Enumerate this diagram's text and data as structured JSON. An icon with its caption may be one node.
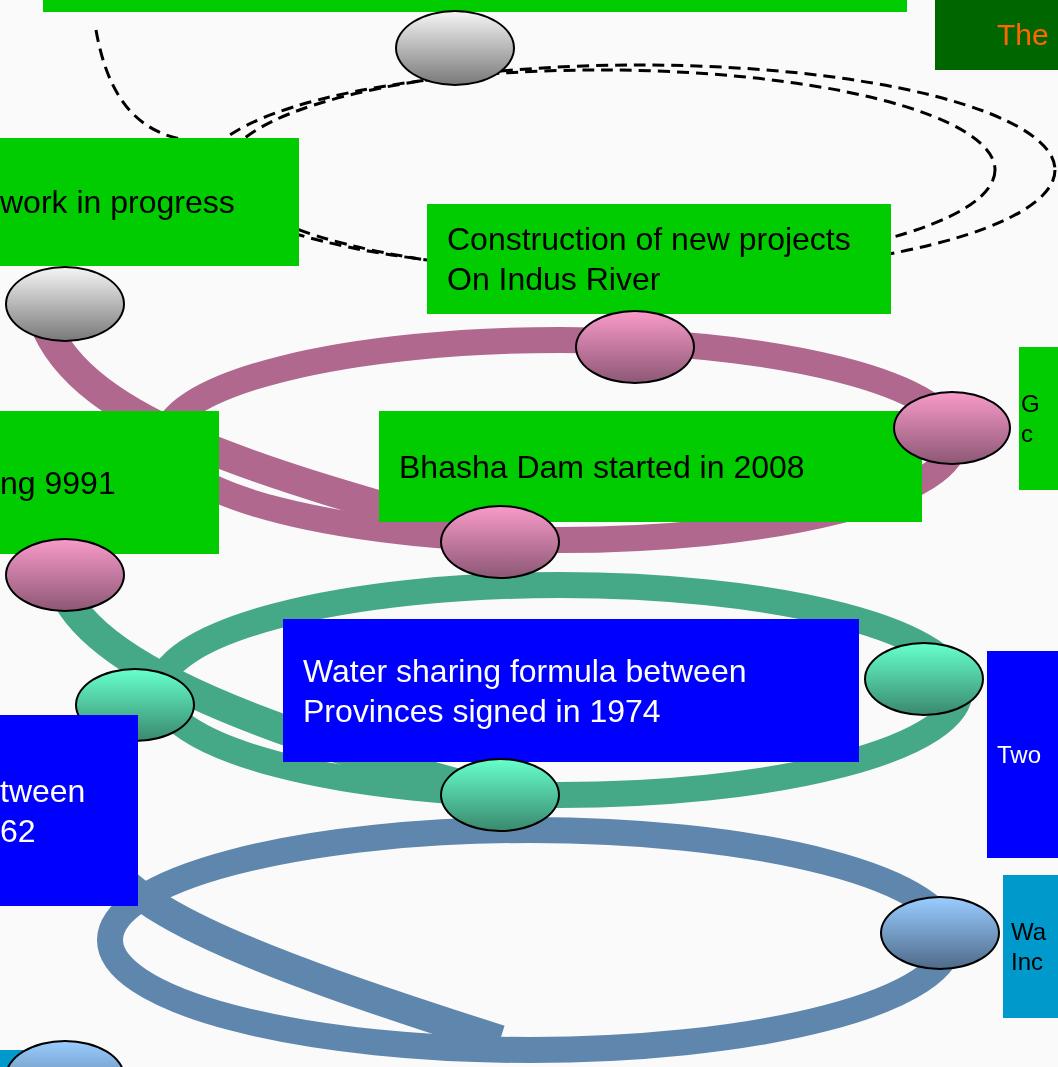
{
  "diagram": {
    "nodes": [
      {
        "text": [],
        "shape": "box"
      },
      {
        "text": [
          "The"
        ]
      },
      {
        "text": [],
        "shape": "ellipse"
      },
      {
        "text": [
          "work in progress"
        ]
      },
      {
        "text": [
          "Construction of new projects On Indus River"
        ]
      },
      {
        "text": [],
        "shape": "ellipse"
      },
      {
        "text": [],
        "shape": "ellipse"
      },
      {
        "text": [
          "G c"
        ]
      },
      {
        "text": [
          "ng 9991"
        ]
      },
      {
        "text": [
          "Bhasha Dam started in 2008"
        ]
      },
      {
        "text": [],
        "shape": "ellipse"
      },
      {
        "text": [],
        "shape": "ellipse"
      },
      {
        "text": [],
        "shape": "ellipse"
      },
      {
        "text": [
          "Water sharing formula between Provinces signed in 1974"
        ]
      },
      {
        "text": [
          "Two"
        ]
      },
      {
        "text": [],
        "shape": "ellipse"
      },
      {
        "text": [],
        "shape": "ellipse"
      },
      {
        "text": [
          "tween 62"
        ]
      },
      {
        "text": [],
        "shape": "ellipse"
      },
      {
        "text": [
          "Wa Inc"
        ]
      },
      {
        "text": [],
        "shape": "ellipse"
      },
      {
        "text": [],
        "shape": "box"
      },
      {
        "text": [],
        "shape": "ellipse"
      }
    ]
  }
}
